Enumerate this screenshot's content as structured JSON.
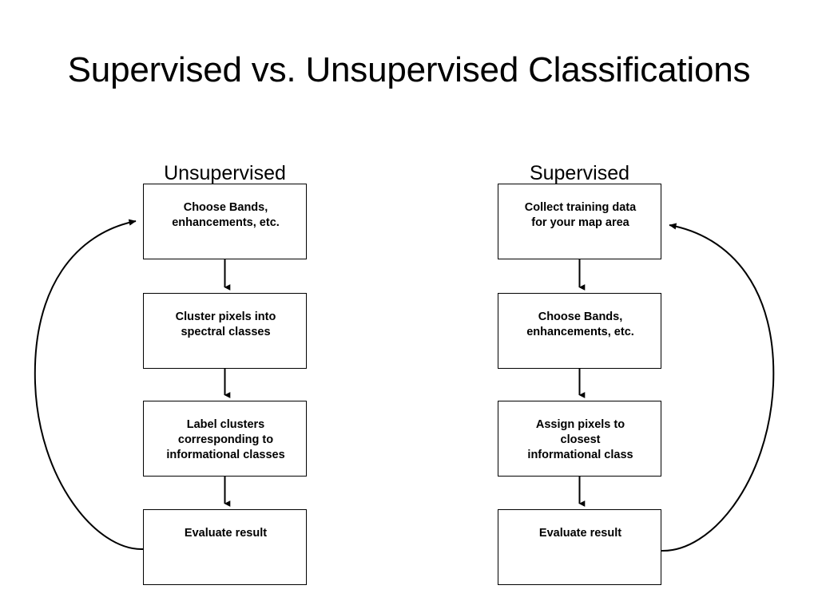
{
  "slide": {
    "title": "Supervised vs. Unsupervised Classifications",
    "background_color": "#ffffff",
    "text_color": "#000000",
    "line_color": "#000000"
  },
  "columns": [
    {
      "id": "unsupervised",
      "header": "Unsupervised",
      "steps": [
        {
          "id": "choose-bands",
          "label": "Choose Bands,\nenhancements, etc."
        },
        {
          "id": "cluster-pixels",
          "label": "Cluster pixels into\nspectral classes"
        },
        {
          "id": "label-clusters",
          "label": "Label clusters\ncorresponding to\ninformational classes"
        },
        {
          "id": "evaluate-result",
          "label": "Evaluate result"
        }
      ],
      "feedback_loop": {
        "from_step": "evaluate-result",
        "to_step": "choose-bands",
        "side": "left",
        "arrowhead": "right"
      }
    },
    {
      "id": "supervised",
      "header": "Supervised",
      "steps": [
        {
          "id": "collect-training-data",
          "label": "Collect training data\nfor your map area"
        },
        {
          "id": "choose-bands",
          "label": "Choose Bands,\nenhancements, etc."
        },
        {
          "id": "assign-pixels",
          "label": "Assign pixels to\nclosest\ninformational class"
        },
        {
          "id": "evaluate-result",
          "label": "Evaluate result"
        }
      ],
      "feedback_loop": {
        "from_step": "evaluate-result",
        "to_step": "collect-training-data",
        "side": "right",
        "arrowhead": "left"
      }
    }
  ]
}
